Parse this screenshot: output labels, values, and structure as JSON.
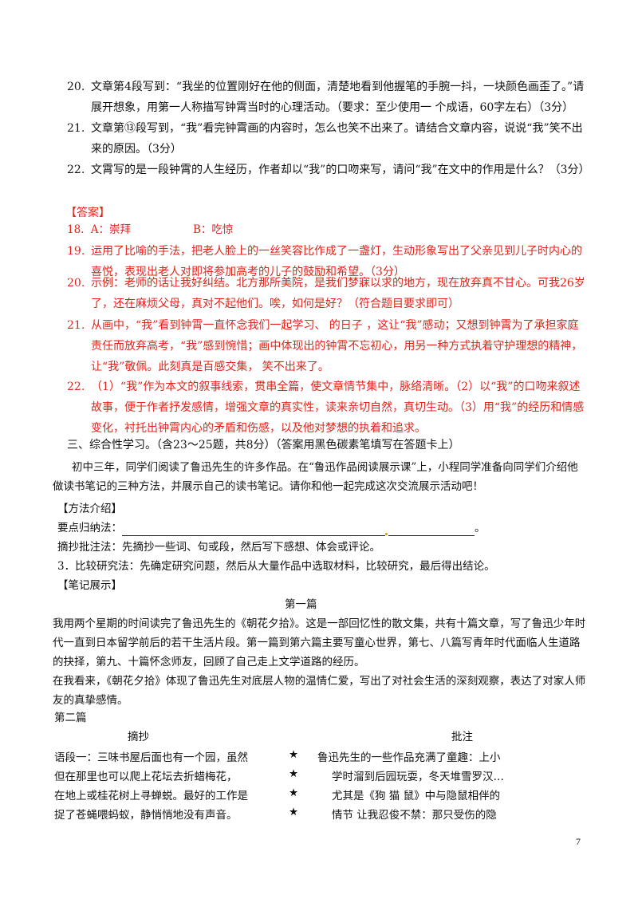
{
  "questions": [
    {
      "num": "20.",
      "text": "文章第4段写到：“我坐的位置刚好在他的侧面，清楚地看到他握笔的手腕一抖，一块颜色画歪了。”请展开想象，用第一人称描写钟霄当时的心理活动。（要求：至少使用一 个成语，60字左右）（3分）"
    },
    {
      "num": "21.",
      "text": "文章第⑬段写到，“我”看完钟霄画的内容时，怎么也笑不出来了。请结合文章内容，说说“我”笑不出来的原因。（3分）"
    },
    {
      "num": "22.",
      "text": "文霄写的是一段钟霄的人生经历，作者却以“我”的口吻来写，请问“我”在文中的作用是什么？（3分）"
    }
  ],
  "answer_tag": "【答案】",
  "answers": {
    "a18_num": "18.",
    "a18_a": "A：崇拜",
    "a18_b": "B：吃惊",
    "a19": {
      "num": "19.",
      "text": "运用了比喻的手法，把老人脸上的一丝笑容比作成了一盏灯，生动形象写出了父亲见到儿子时内心的喜悦，表现出老人对即将参加高考的儿子的鼓励和希望。（3分）"
    },
    "a20": {
      "num": "20.",
      "text": "示例：老师的话让我好纠结。北方那所美院，是我们梦寐以求的地方，现在放弃真不甘心。可我26岁了，还在麻烦父母，真对不起他们。唉，如何是好？（符合题目要求即可）"
    },
    "a21": {
      "num": "21.",
      "text": "从画中，“我”看到钟霄一直怀念我们一起学习、  的日子 ，这让“我”感动；又想到钟霄为了承担家庭责任而放弃高考，“我”感到惋惜；画中体现出的钟霄不忘初心，用另一种方式执着守护理想的精神，让“我”敬佩。此刻真是百感交集，  笑不出来了。"
    },
    "a22": {
      "num": "22.",
      "text": "（1）“我”作为本文的叙事线索，贯串全篇，使文章情节集中，脉络清晰。（2）以“我”的口吻来叙述故事，便于作者抒发感情，增强文章的真实性，读来亲切自然，真切生动。（3）用“我”的经历和情感变化，衬托出钟霄内心的矛盾和伤感，以及他对梦想的执着和追求。"
    }
  },
  "section3": {
    "heading": "三、综合性学习。（含23～25题，共8分）（答案用黑色碳素笔填写在答题卡上）",
    "intro": "初中三年，同学们阅读了鲁迅先生的许多作品。在“鲁迅作品阅读展示课”上，小程同学准备向同学们介绍他做读书笔记的三种方法，并展示自己的读书笔记。请你和他一起完成这次交流展示活动吧！",
    "method_tag": "【方法介绍】",
    "method1": "要点归纳法：",
    "method1_end": "。",
    "method2": "摘抄批注法：先摘抄一些词、句或段，然后写下感想、体会或评论。",
    "method3": "3．比较研究法：先确定研究问题，然后从大量作品中选取材料，比较研究，最后得出结论。",
    "notes_tag": "【笔记展示】",
    "article1_title": "第一篇",
    "article1_p1": "我用两个星期的时间读完了鲁迅先生的《朝花夕拾》。这是一部回忆性的散文集，共有十篇文章，写了鲁迅少年时代一直到日本留学前后的若干生活片段。第一篇到第六篇主要写童心世界，第七、八篇写青年时代面临人生道路的抉择，第九、十篇怀念师友，回顾了自己走上文学道路的经历。",
    "article1_p2": "在我看来，《朝花夕拾》体现了鲁迅先生对底层人物的温情仁爱，写出了对社会生活的深刻观察，表达了对家人师友的真挚感情。",
    "article2_title": "第二篇",
    "col_excerpt": "摘抄",
    "col_note": "批注",
    "rows": [
      {
        "excerpt": "语段一：三味书屋后面也有一个园，虽然",
        "star": "★",
        "note": "鲁迅先生的一些作品充满了童趣：上小"
      },
      {
        "excerpt": "但在那里也可以爬上花坛去折蜡梅花，",
        "star": "★",
        "note": "学时溜到后园玩耍，冬天堆雪罗汉…"
      },
      {
        "excerpt": "在地上或桂花树上寻蝉蜕。最好的工作是",
        "star": "★",
        "note": "尤其是《狗 猫 鼠》中与隐鼠相伴的"
      },
      {
        "excerpt": "捉了苍蝇喂蚂蚁，静悄悄地没有声音。",
        "star": "★",
        "note": "情节 让我忍俊不禁：那只受伤的隐"
      }
    ]
  },
  "page_number": "7",
  "colors": {
    "answer_red": "#e0241c",
    "text": "#111111"
  }
}
